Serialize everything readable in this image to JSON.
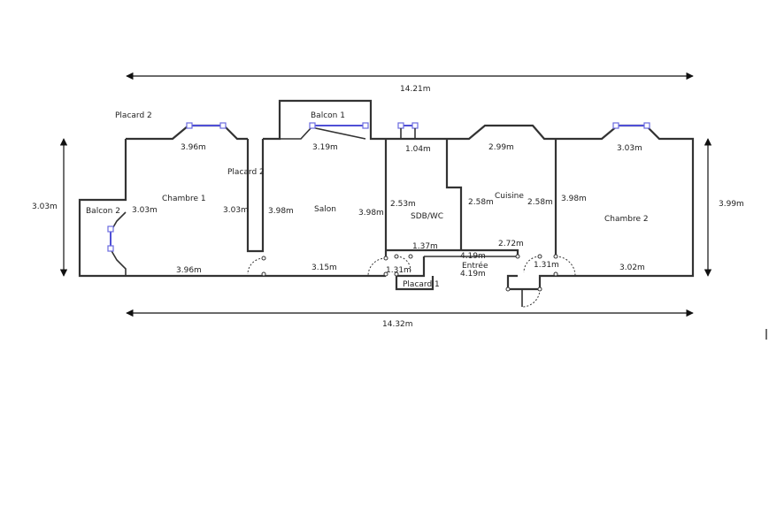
{
  "rooms": {
    "placard2_top": "Placard 2",
    "balcon1": "Balcon 1",
    "balcon2": "Balcon 2",
    "chambre1": "Chambre 1",
    "placard2_mid": "Placard 2",
    "salon": "Salon",
    "sdb_wc": "SDB/WC",
    "cuisine": "Cuisine",
    "chambre2": "Chambre 2",
    "entree": "Entrée",
    "placard1": "Placard 1"
  },
  "dimensions": {
    "overall_top": "14.21m",
    "overall_bottom": "14.32m",
    "left_height": "3.03m",
    "right_height": "3.99m",
    "chambre1_top": "3.96m",
    "chambre1_left": "3.03m",
    "chambre1_right": "3.03m",
    "chambre1_bottom": "3.96m",
    "salon_top": "3.19m",
    "salon_left": "3.98m",
    "salon_right": "3.98m",
    "salon_bottom": "3.15m",
    "sdb_top": "1.04m",
    "sdb_left": "2.53m",
    "sdb_bottom": "1.37m",
    "cuisine_top": "2.99m",
    "cuisine_left": "2.58m",
    "cuisine_right": "2.58m",
    "cuisine_bottom": "2.72m",
    "chambre2_top": "3.03m",
    "chambre2_left": "3.98m",
    "chambre2_bottom": "3.02m",
    "entree_top": "4.19m",
    "entree_bottom": "4.19m",
    "entree_left": "1.31m",
    "entree_right": "1.31m"
  }
}
